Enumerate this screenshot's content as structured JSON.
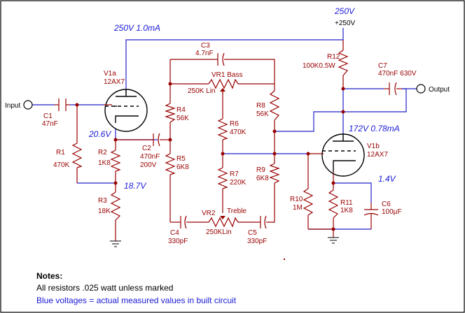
{
  "supply": {
    "voltage_top": "250V",
    "rail_label": "+250V"
  },
  "stage1": {
    "measured": "250V 1.0mA",
    "tube": "V1a",
    "tube_type": "12AX7",
    "grid_voltage": "20.6V",
    "cathode_voltage": "18.7V"
  },
  "stage2": {
    "measured": "172V 0.78mA",
    "tube": "V1b",
    "tube_type": "12AX7",
    "cathode_voltage": "1.4V"
  },
  "io": {
    "input": "Input",
    "output": "Output"
  },
  "components": {
    "C1": {
      "ref": "C1",
      "value": "47nF"
    },
    "C2": {
      "ref": "C2",
      "value": "470nF",
      "value2": "200V"
    },
    "C3": {
      "ref": "C3",
      "value": "4.7nF"
    },
    "C4": {
      "ref": "C4",
      "value": "330pF"
    },
    "C5": {
      "ref": "C5",
      "value": "330pF"
    },
    "C6": {
      "ref": "C6",
      "value": "100µF"
    },
    "C7": {
      "ref": "C7",
      "value": "470nF 630V"
    },
    "R1": {
      "ref": "R1",
      "value": "470K"
    },
    "R2": {
      "ref": "R2",
      "value": "1K8"
    },
    "R3": {
      "ref": "R3",
      "value": "18K"
    },
    "R4": {
      "ref": "R4",
      "value": "56K"
    },
    "R5": {
      "ref": "R5",
      "value": "6K8"
    },
    "R6": {
      "ref": "R6",
      "value": "470K"
    },
    "R7": {
      "ref": "R7",
      "value": "220K"
    },
    "R8": {
      "ref": "R8",
      "value": "56K"
    },
    "R9": {
      "ref": "R9",
      "value": "6K8"
    },
    "R10": {
      "ref": "R10",
      "value": "1M"
    },
    "R11": {
      "ref": "R11",
      "value": "1K8"
    },
    "R12": {
      "ref": "R12",
      "value": "100K0.5W"
    },
    "VR1": {
      "ref": "VR1 Bass",
      "value": "250K Lin"
    },
    "VR2": {
      "ref": "VR2",
      "name": "Treble",
      "value": "250KLin"
    }
  },
  "notes": {
    "title": "Notes:",
    "line1": "All resistors .025 watt unless marked",
    "line2": "Blue voltages = actual measured values in built circuit"
  }
}
